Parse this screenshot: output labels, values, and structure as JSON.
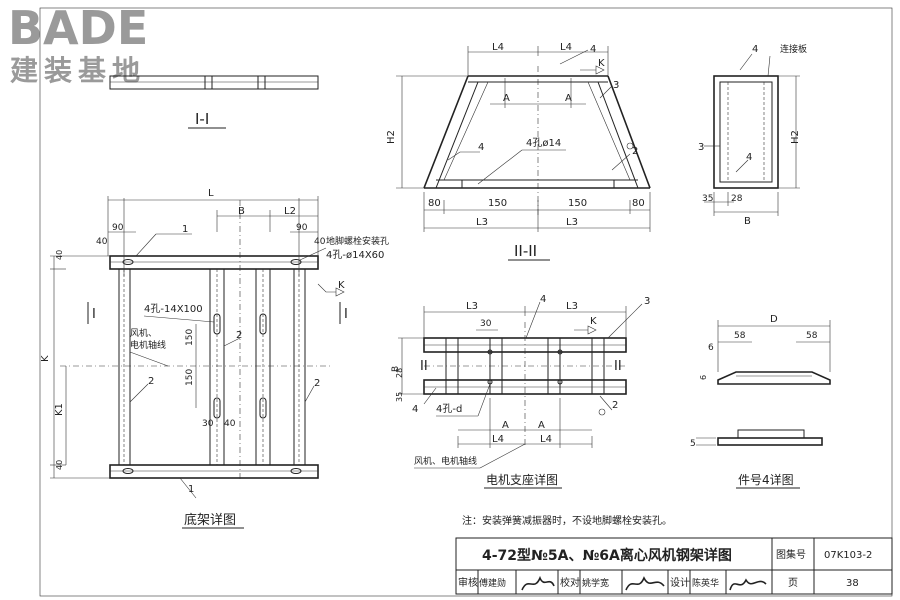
{
  "watermark": {
    "brand": "BADE",
    "subtitle": "建装基地"
  },
  "views": {
    "section_1": {
      "title": "I-I"
    },
    "section_2": {
      "title": "II-II",
      "dims": {
        "l4": "L4",
        "a": "A",
        "h2": "H2",
        "d80": "80",
        "d150": "150",
        "l3": "L3",
        "hole": "4孔ø14"
      },
      "callouts": {
        "c2": "2",
        "c3": "3",
        "c4": "4",
        "k": "K"
      }
    },
    "side": {
      "dims": {
        "h2": "H2",
        "d35": "35",
        "d28": "28",
        "b": "B"
      },
      "callouts": {
        "c3": "3",
        "c4": "4",
        "plate": "连接板"
      }
    },
    "base": {
      "title": "底架详图",
      "dims": {
        "l": "L",
        "b": "B",
        "l2": "L2",
        "d90": "90",
        "d40": "40",
        "k": "K",
        "k1": "K1",
        "d150": "150",
        "d30": "30"
      },
      "labels": {
        "anchor_hole": "地脚螺栓安装孔",
        "anchor_spec": "4孔-ø14X60",
        "slot": "4孔-14X100",
        "axis": "风机、",
        "axis2": "电机轴线",
        "sec": "I",
        "k": "K"
      },
      "callouts": {
        "c1": "1",
        "c2": "2"
      }
    },
    "motor": {
      "title": "电机支座详图",
      "dims": {
        "l3": "L3",
        "d30": "30",
        "b": "B",
        "d28": "28",
        "d35": "35",
        "a": "A",
        "l4": "L4"
      },
      "labels": {
        "hole": "4孔-d",
        "axis": "风机、电机轴线",
        "sec": "II",
        "k": "K"
      },
      "callouts": {
        "c2": "2",
        "c3": "3",
        "c4": "4"
      }
    },
    "part4": {
      "title": "件号4详图",
      "dims": {
        "d": "D",
        "d58": "58",
        "d6": "6",
        "d5": "5"
      }
    }
  },
  "note": "注：安装弹簧减振器时，不设地脚螺栓安装孔。",
  "title_block": {
    "title": "4-72型№5A、№6A离心风机钢架详图",
    "atlas_label": "图集号",
    "atlas_no": "07K103-2",
    "review_label": "审核",
    "reviewer": "傅建勋",
    "check_label": "校对",
    "checker": "姚学宽",
    "design_label": "设计",
    "designer": "陈英华",
    "page_label": "页",
    "page_no": "38"
  }
}
